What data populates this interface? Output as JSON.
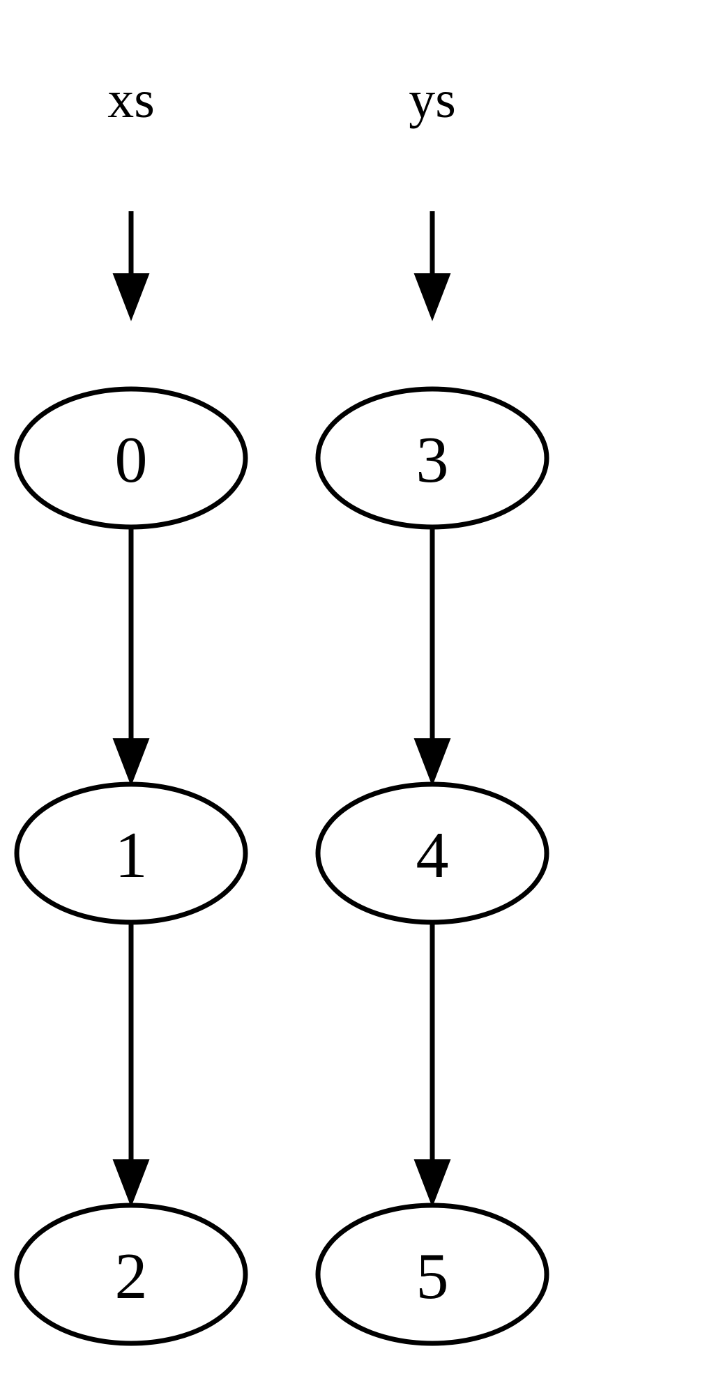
{
  "diagram": {
    "type": "directed-graph",
    "title": "",
    "background_color": "#ffffff",
    "stroke_color": "#000000",
    "node_fill_color": "#ffffff",
    "node_shape": "ellipse",
    "clusters": [
      {
        "name": "xs",
        "label": "xs",
        "nodes": [
          "0",
          "1",
          "2"
        ],
        "edges": [
          {
            "from": "xs",
            "to": "0"
          },
          {
            "from": "0",
            "to": "1"
          },
          {
            "from": "1",
            "to": "2"
          }
        ]
      },
      {
        "name": "ys",
        "label": "ys",
        "nodes": [
          "3",
          "4",
          "5"
        ],
        "edges": [
          {
            "from": "ys",
            "to": "3"
          },
          {
            "from": "3",
            "to": "4"
          },
          {
            "from": "4",
            "to": "5"
          }
        ]
      }
    ],
    "labels": {
      "left_column": "xs",
      "right_column": "ys"
    },
    "nodes": {
      "n0": "0",
      "n1": "1",
      "n2": "2",
      "n3": "3",
      "n4": "4",
      "n5": "5"
    }
  }
}
